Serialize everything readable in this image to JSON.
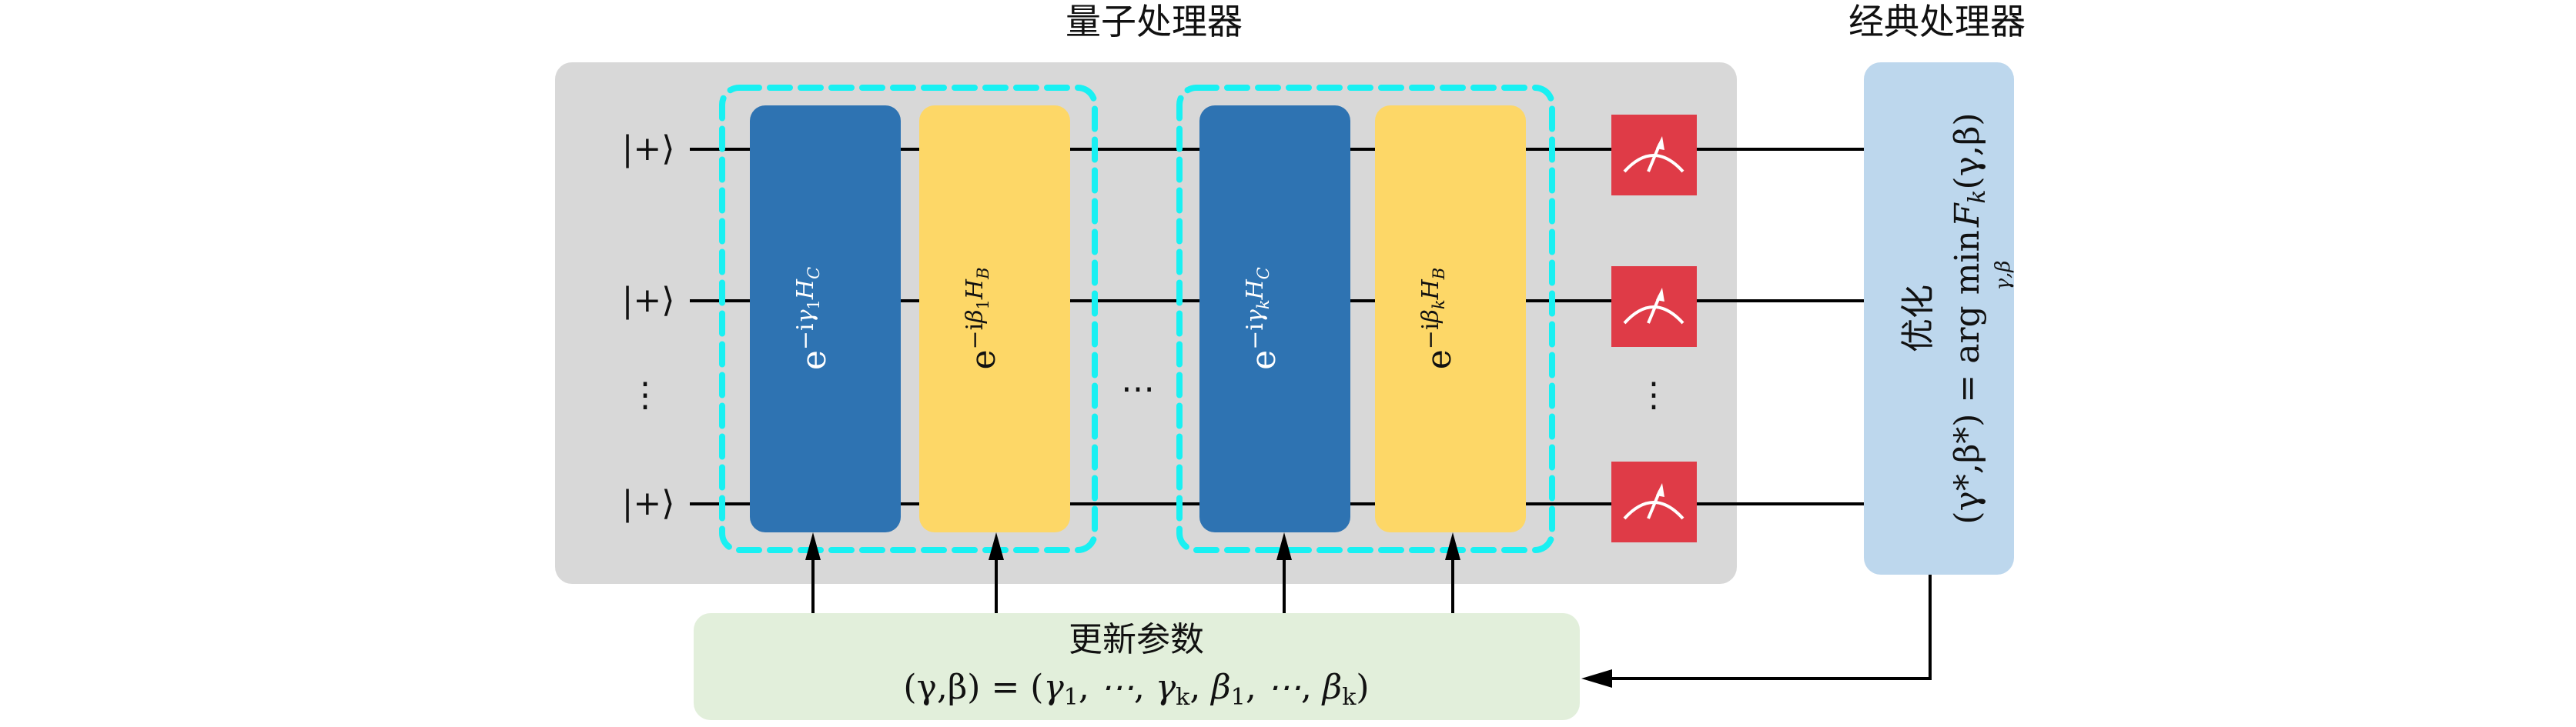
{
  "titles": {
    "quantum": "量子处理器",
    "classical": "经典处理器"
  },
  "colors": {
    "quantum_bg": "#d8d8d8",
    "cost_gate": "#2e73b2",
    "mixer_gate": "#fdd767",
    "layer_outline": "#19f0f2",
    "measure": "#df3b47",
    "optimizer_bg": "#bdd7ed",
    "update_bg": "#e2efdb"
  },
  "qubits": {
    "labels": [
      "|+⟩",
      "|+⟩",
      "|+⟩"
    ],
    "ellipsis": "⋮"
  },
  "layers": [
    {
      "name": "layer-1",
      "cost_gate": {
        "base": "e",
        "exp_prefix": "−i",
        "param": "γ",
        "param_sub": "1",
        "op": "H",
        "op_sub": "C"
      },
      "mixer_gate": {
        "base": "e",
        "exp_prefix": "−i",
        "param": "β",
        "param_sub": "1",
        "op": "H",
        "op_sub": "B"
      }
    },
    {
      "name": "layer-k",
      "cost_gate": {
        "base": "e",
        "exp_prefix": "−i",
        "param": "γ",
        "param_sub": "k",
        "op": "H",
        "op_sub": "C"
      },
      "mixer_gate": {
        "base": "e",
        "exp_prefix": "−i",
        "param": "β",
        "param_sub": "k",
        "op": "H",
        "op_sub": "B"
      }
    }
  ],
  "layer_ellipsis": "⋯",
  "measure": {
    "icon": "meter-icon",
    "count": 3,
    "ellipsis": "⋮"
  },
  "optimizer": {
    "title": "优化",
    "formula_lhs": "(γ*,β*) = arg min",
    "formula_sub": "γ,β",
    "formula_rhs_F": "F",
    "formula_rhs_sub": "k",
    "formula_rhs_args": "(γ,β)"
  },
  "update": {
    "title": "更新参数",
    "formula_lhs": "(γ,β) =",
    "formula_rhs": [
      {
        "sym": "γ",
        "sub": "1"
      },
      {
        "sym": "⋯",
        "sub": ""
      },
      {
        "sym": "γ",
        "sub": "k"
      },
      {
        "sym": "β",
        "sub": "1"
      },
      {
        "sym": "⋯",
        "sub": ""
      },
      {
        "sym": "β",
        "sub": "k"
      }
    ]
  }
}
